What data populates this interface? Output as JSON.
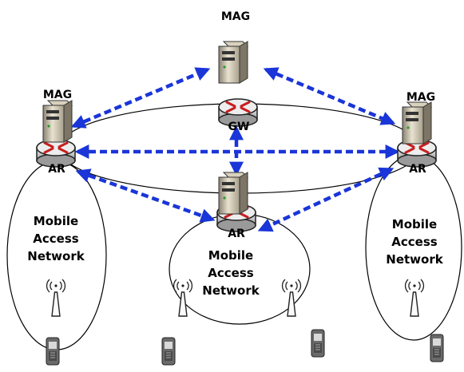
{
  "labels": {
    "mag_top": "MAG",
    "mag_left": "MAG",
    "mag_right": "MAG",
    "gw": "GW",
    "ar": "AR"
  },
  "networks": [
    [
      "Mobile",
      "Access",
      "Network"
    ],
    [
      "Mobile",
      "Access",
      "Network"
    ],
    [
      "Mobile",
      "Access",
      "Network"
    ]
  ],
  "colors": {
    "dashed_link": "#1a35d8",
    "router_arrow": "#c81e1e",
    "outline": "#000000"
  },
  "icons": [
    "server-icon",
    "router-icon",
    "antenna-icon",
    "mobile-phone-icon",
    "dashed-double-arrow-icon"
  ]
}
